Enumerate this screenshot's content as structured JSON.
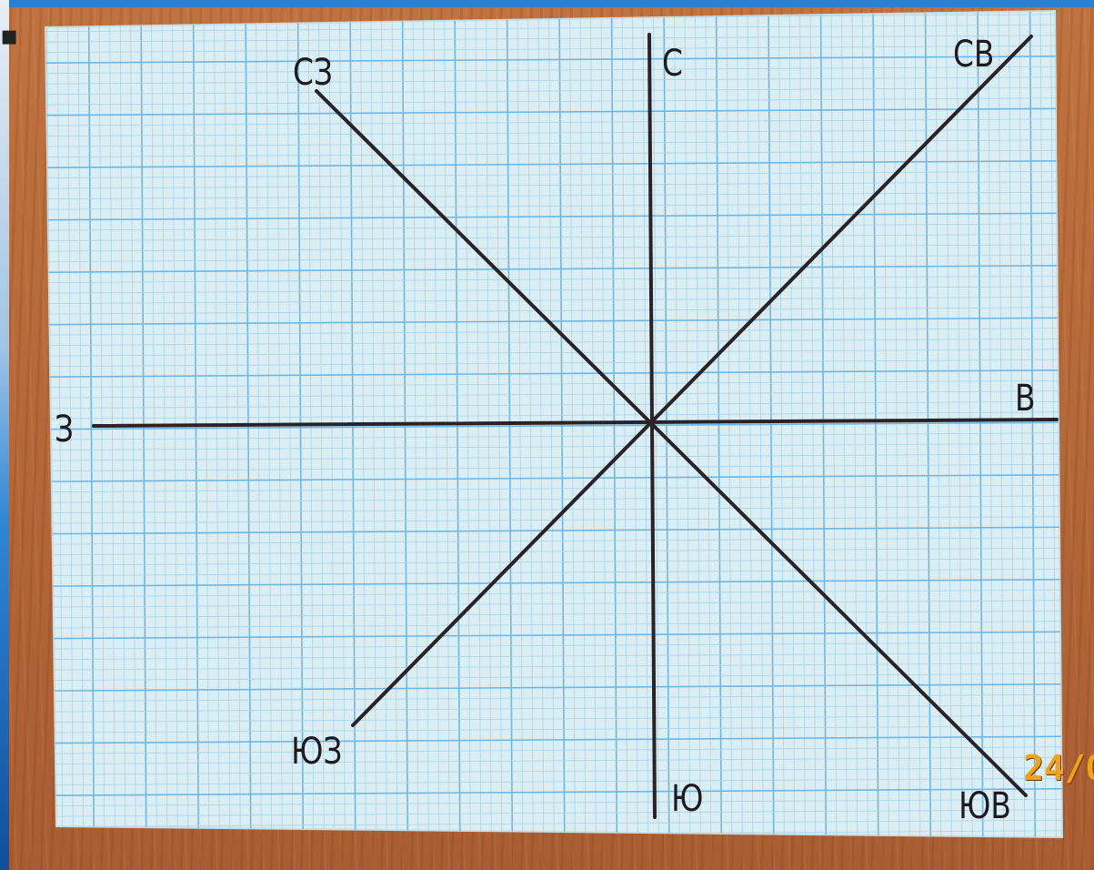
{
  "labels": {
    "north": "С",
    "south": "Ю",
    "east": "В",
    "west": "З",
    "northeast": "СВ",
    "northwest": "СЗ",
    "southeast": "ЮВ",
    "southwest": "ЮЗ"
  },
  "datestamp": "24/0",
  "colors": {
    "paper": "#dbeef3",
    "grid_fine": "#a9d3ea",
    "grid_bold": "#6fb7e2",
    "ink": "#2a2226",
    "wood": "#b86a3a",
    "datestamp": "#f2a21d"
  },
  "icons": {
    "compass": "hand-drawn-compass-rose"
  }
}
